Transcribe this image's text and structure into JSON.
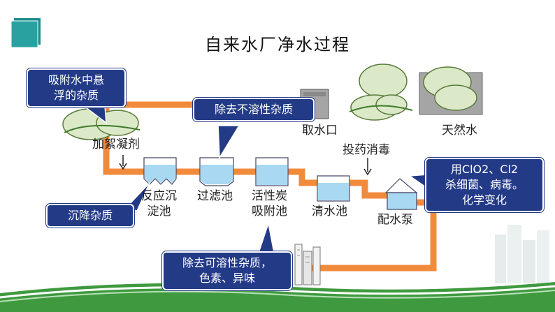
{
  "title": "自来水厂净水过程",
  "stations": {
    "intake": "取水口",
    "natural_water": "天然水",
    "coagulant": "加絮凝剂",
    "reaction_tank": [
      "反应沉",
      "淀池"
    ],
    "filter_tank": "过滤池",
    "carbon_tank": [
      "活性炭",
      "吸附池"
    ],
    "clear_tank": "清水池",
    "disinfect": "投药消毒",
    "pump": "配水泵"
  },
  "callouts": {
    "adsorb": [
      "吸附水中悬",
      "浮的杂质"
    ],
    "insoluble": "除去不溶性杂质",
    "settle": "沉降杂质",
    "soluble": [
      "除去可溶性杂质，",
      "色素、异味"
    ],
    "chlorine": [
      "用ClO2、Cl2",
      "杀细菌、病毒。",
      "化学变化"
    ]
  },
  "colors": {
    "pipe": "#f28a3c",
    "callout_bg": "#233a87",
    "corner_square": "#1c8c8c",
    "bottom_band": "#3f9a3f",
    "tank_water": "#a9d9f2"
  }
}
